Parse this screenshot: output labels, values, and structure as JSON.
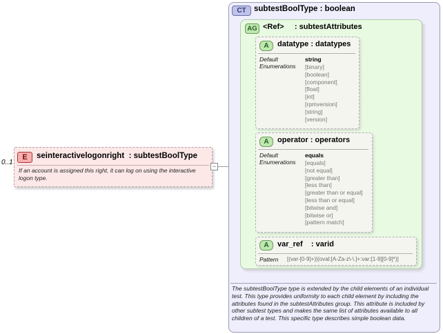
{
  "element": {
    "occurrence": "0..1",
    "badge": "E",
    "name": "seinteractivelogonright",
    "type": "subtestBoolType",
    "doc": "If an account is assigned this right, it can log on using the interactive logon type."
  },
  "complex_type": {
    "badge": "CT",
    "name": "subtestBoolType",
    "base": "boolean",
    "doc": "The subtestBoolType type is extended by the child elements of an individual test.  This type provides uniformity to each child element by including the attributes found in the subtestAttributes group.  This attribute is included by other subtest types and makes the same list of attributes available to all children of a test.  This specific type describes simple boolean data."
  },
  "attribute_group": {
    "badge": "AG",
    "ref_label": "<Ref>",
    "name": "subtestAttributes"
  },
  "attributes": [
    {
      "badge": "A",
      "name": "datatype",
      "type": "datatypes",
      "default_label": "Default",
      "default_value": "string",
      "enum_label": "Enumerations",
      "enumerations": [
        "[binary]",
        "[boolean]",
        "[component]",
        "[float]",
        "[int]",
        "[rpmversion]",
        "[string]",
        "[version]"
      ]
    },
    {
      "badge": "A",
      "name": "operator",
      "type": "operators",
      "default_label": "Default",
      "default_value": "equals",
      "enum_label": "Enumerations",
      "enumerations": [
        "[equals]",
        "[not equal]",
        "[greater than]",
        "[less than]",
        "[greater than or equal]",
        "[less than or equal]",
        "[bitwise and]",
        "[bitwise or]",
        "[pattern match]"
      ]
    },
    {
      "badge": "A",
      "name": "var_ref",
      "type": "varid",
      "pattern_label": "Pattern",
      "pattern_value": "[(var-[0-9]+)|(oval:[A-Za-z\\-\\.]+:var:[1-9][0-9]*)]"
    }
  ],
  "colors": {
    "element_fill": "#fde8e8",
    "complex_type_fill": "#eeeefc",
    "attribute_group_fill": "#e8fbe2",
    "attribute_fill": "#f5f5f0"
  }
}
